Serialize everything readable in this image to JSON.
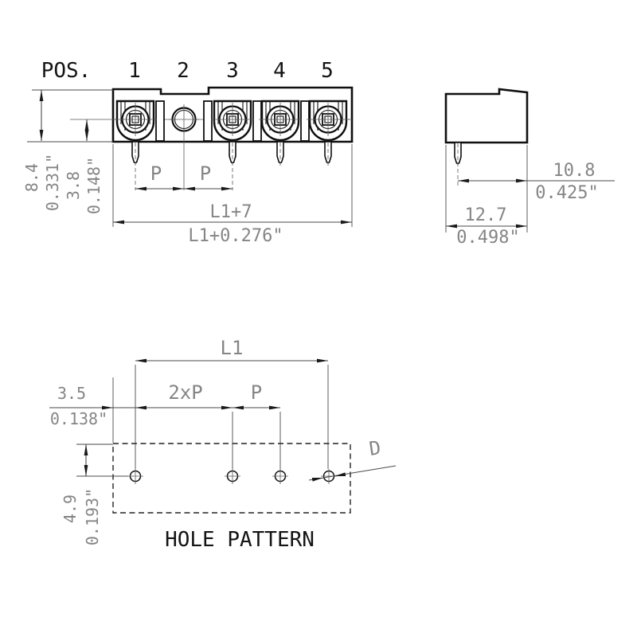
{
  "drawing": {
    "title_caption": "HOLE PATTERN",
    "front_view": {
      "pos_label": "POS.",
      "position_numbers": [
        "1",
        "2",
        "3",
        "4",
        "5"
      ],
      "dim_height_mm": "8.4",
      "dim_height_in": "0.331\"",
      "dim_pin_row_mm": "3.8",
      "dim_pin_row_in": "0.148\"",
      "dim_pitch_a": "P",
      "dim_pitch_b": "P",
      "dim_length_mm": "L1+7",
      "dim_length_in": "L1+0.276\""
    },
    "side_view": {
      "dim_pin_to_edge_mm": "10.8",
      "dim_pin_to_edge_in": "0.425\"",
      "dim_depth_mm": "12.7",
      "dim_depth_in": "0.498\""
    },
    "hole_pattern": {
      "caption": "HOLE PATTERN",
      "dim_span": "L1",
      "dim_double_pitch": "2xP",
      "dim_pitch": "P",
      "dim_edge_offset_mm": "3.5",
      "dim_edge_offset_in": "0.138\"",
      "dim_row_offset_mm": "4.9",
      "dim_row_offset_in": "0.193\"",
      "hole_diameter_label": "D"
    },
    "colors": {
      "object_line": "#0f0f0f",
      "dimension_line": "#4a4a4a",
      "dimension_text": "#858585",
      "label_text": "#141414",
      "background": "#ffffff"
    }
  }
}
